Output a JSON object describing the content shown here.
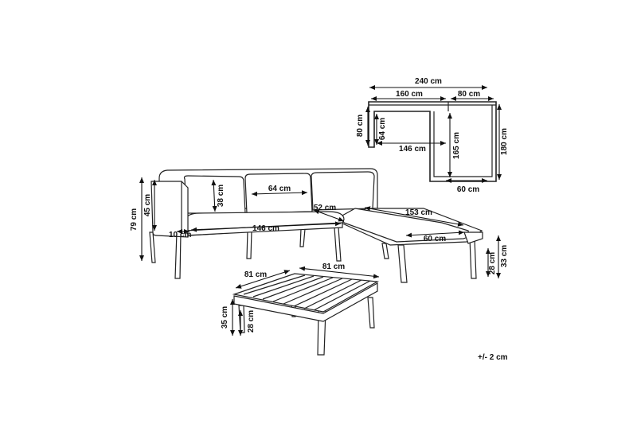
{
  "dimensions": {
    "plan_total_width": "240 cm",
    "plan_sofa_width": "160 cm",
    "plan_chaise_width": "80 cm",
    "plan_sofa_depth": "80 cm",
    "plan_seat_depth": "64 cm",
    "plan_seat_width": "146 cm",
    "plan_chaise_inner_length": "165 cm",
    "plan_chaise_total_length": "180 cm",
    "plan_chaise_seat_width": "60 cm",
    "sofa_total_height": "79 cm",
    "sofa_seat_height": "45 cm",
    "back_cushion_height": "38 cm",
    "back_cushion_width": "64 cm",
    "armrest_width": "10 cm",
    "seat_width": "146 cm",
    "corner_seat_depth": "52 cm",
    "chaise_length": "153 cm",
    "chaise_seat_width": "60 cm",
    "chaise_leg_height": "28 cm",
    "chaise_side_height": "33 cm",
    "table_depth": "81 cm",
    "table_width": "81 cm",
    "table_height": "35 cm",
    "table_leg_height": "28 cm"
  },
  "tolerance": "+/- 2 cm"
}
